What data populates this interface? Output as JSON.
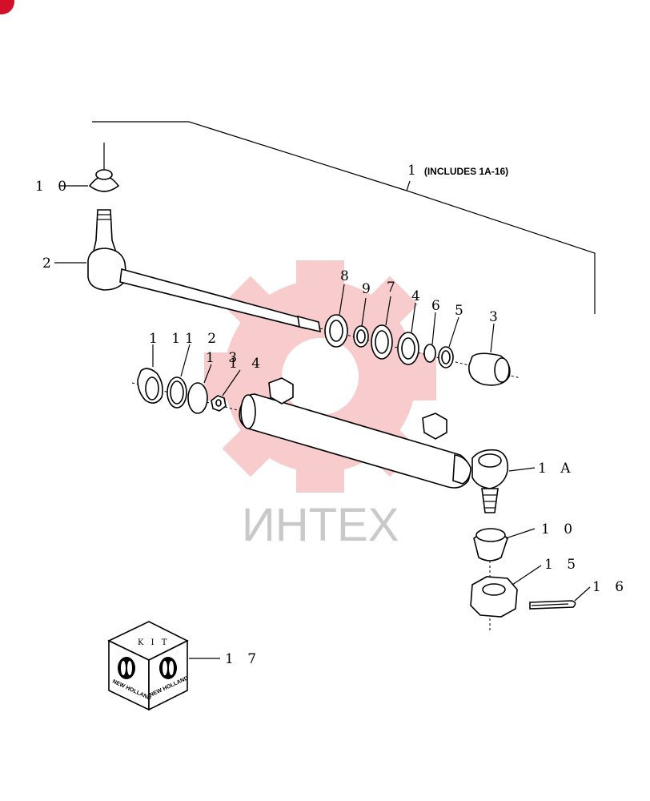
{
  "diagram": {
    "assembly_label": "1",
    "assembly_note": "(INCLUDES 1A-16)",
    "callouts": {
      "c10_top": "1 0",
      "c2": "2",
      "c8": "8",
      "c9": "9",
      "c7": "7",
      "c4": "4",
      "c6": "6",
      "c5": "5",
      "c3": "3",
      "c11": "1 1",
      "c12": "1 2",
      "c13": "1 3",
      "c14": "1 4",
      "c1A": "1 A",
      "c10_bottom": "1 0",
      "c15": "1 5",
      "c16": "1 6",
      "c17": "1 7"
    },
    "kit_box": {
      "label": "K I T",
      "brand_left": "NEW HOLLAND",
      "brand_right": "NEW HOLLAND"
    },
    "watermark": "ИНТЕХ",
    "colors": {
      "line": "#000000",
      "watermark_gear": "#f4a3a3",
      "watermark_text": "#c9c9c9",
      "corner_badge": "#d3102a"
    }
  }
}
